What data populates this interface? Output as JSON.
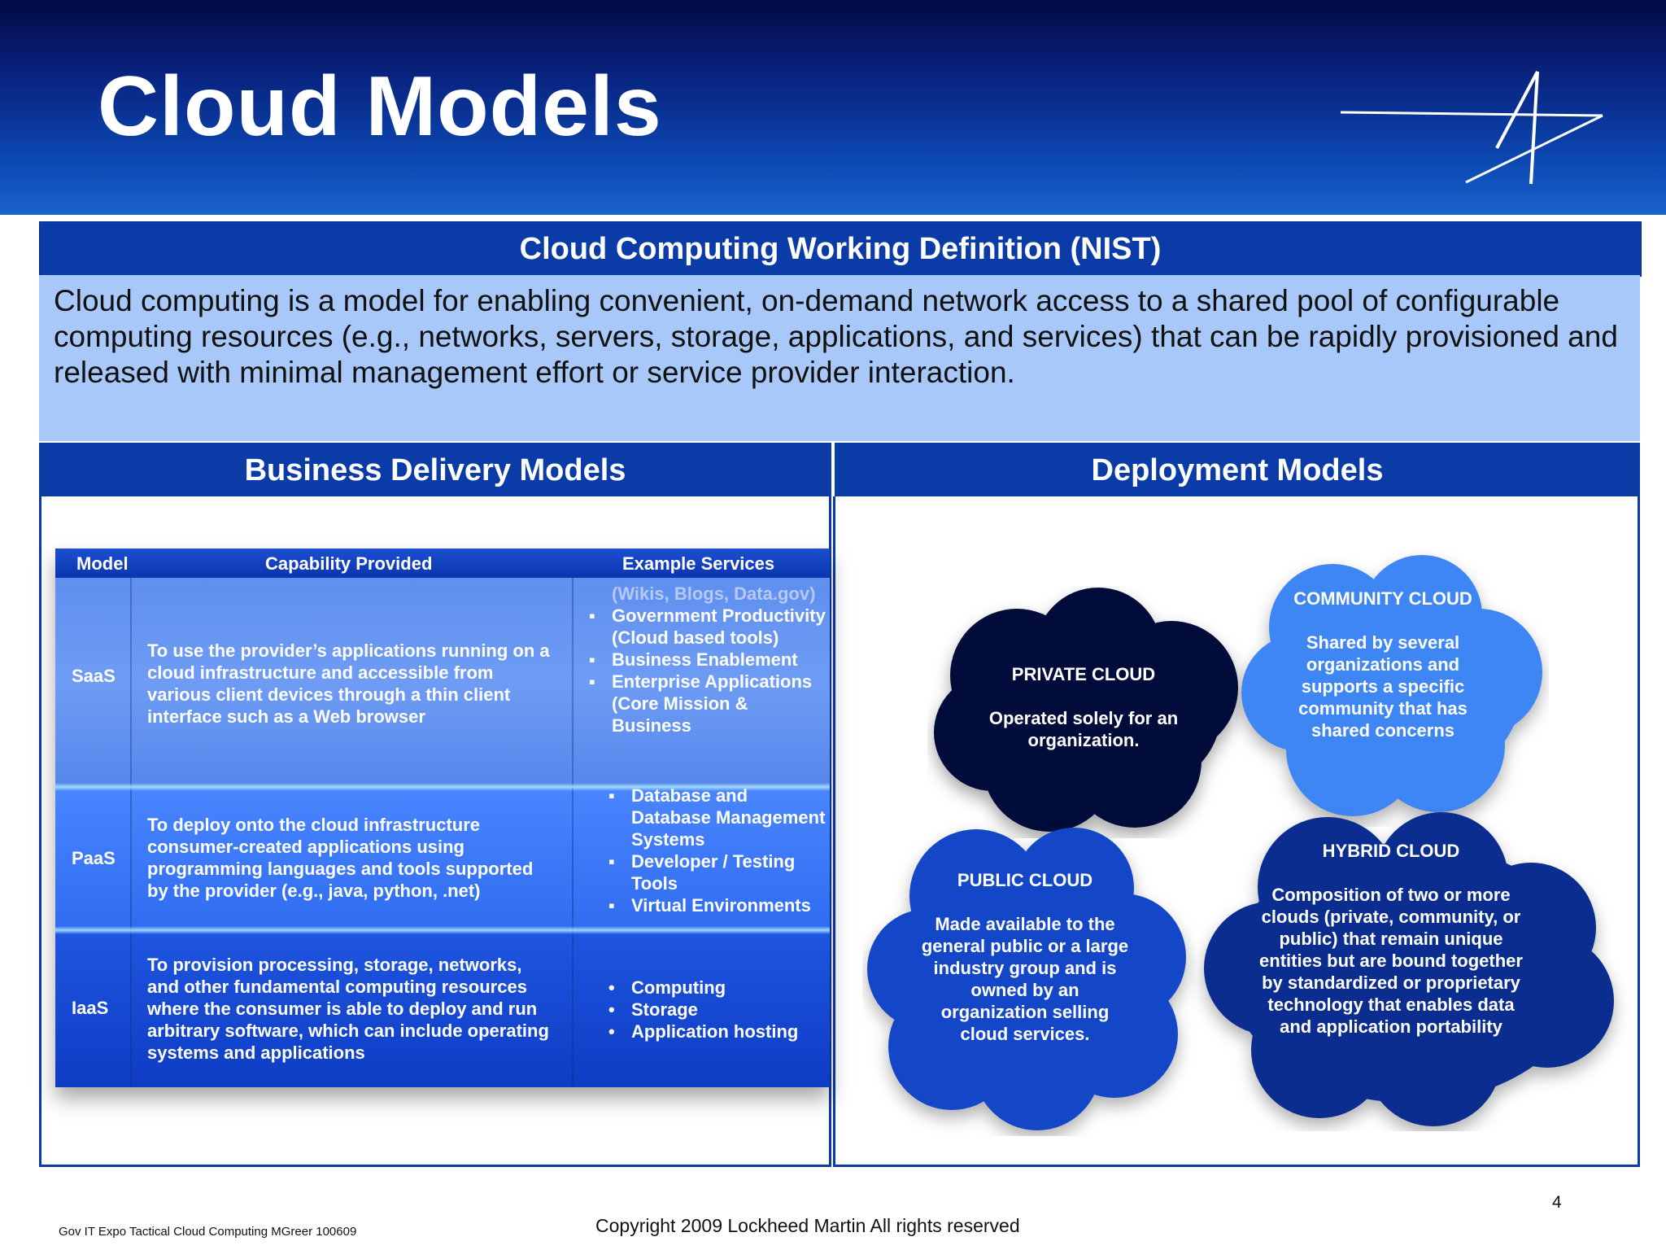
{
  "header": {
    "title": "Cloud Models",
    "logo_icon": "lockheed-star-logo-icon"
  },
  "nist": {
    "heading": "Cloud Computing Working Definition (NIST)",
    "text": "Cloud computing is a model for enabling convenient, on-demand network access to a shared pool of configurable computing resources (e.g., networks, servers, storage, applications, and services) that can be rapidly provisioned and released with minimal management effort or service provider interaction."
  },
  "business": {
    "heading": "Business Delivery Models",
    "columns": [
      "Model",
      "Capability Provided",
      "Example Services"
    ],
    "rows": [
      {
        "model": "SaaS",
        "capability": "To use the provider’s applications running on a cloud infrastructure and accessible from various client devices through a thin client interface such as a Web browser",
        "examples_faded": "(Wikis, Blogs, Data.gov)",
        "examples": [
          "Government Productivity (Cloud based tools)",
          "Business Enablement",
          "Enterprise Applications (Core Mission & Business"
        ]
      },
      {
        "model": "PaaS",
        "capability": "To deploy onto the cloud infrastructure consumer-created applications using programming languages and tools supported by the provider (e.g., java, python, .net)",
        "examples": [
          "Database and Database Management Systems",
          "Developer / Testing Tools",
          "Virtual Environments"
        ]
      },
      {
        "model": "IaaS",
        "capability": "To provision processing, storage, networks, and other fundamental computing resources where the consumer is able to deploy and run arbitrary software, which can include operating systems and applications",
        "examples": [
          "Computing",
          "Storage",
          "Application hosting"
        ]
      }
    ]
  },
  "deployment": {
    "heading": "Deployment Models",
    "clouds": [
      {
        "title": "PRIVATE CLOUD",
        "text": "Operated solely for an organization.",
        "color": "#020c3a"
      },
      {
        "title": "COMMUNITY CLOUD",
        "text": "Shared by several organizations and supports a specific community that has shared concerns",
        "color": "#3f86f5"
      },
      {
        "title": "PUBLIC CLOUD",
        "text": "Made available to the general public or a large industry group and is owned by an organization selling cloud services.",
        "color": "#1447c8"
      },
      {
        "title": "HYBRID CLOUD",
        "text": "Composition of two or more clouds (private, community, or public) that remain unique entities but are bound together by standardized or proprietary technology that enables data and application portability",
        "color": "#0a2d8f"
      }
    ]
  },
  "footer": {
    "page_number": "4",
    "left": "Gov IT Expo Tactical Cloud Computing  MGreer 100609",
    "center": "Copyright  2009 Lockheed Martin All rights reserved"
  }
}
